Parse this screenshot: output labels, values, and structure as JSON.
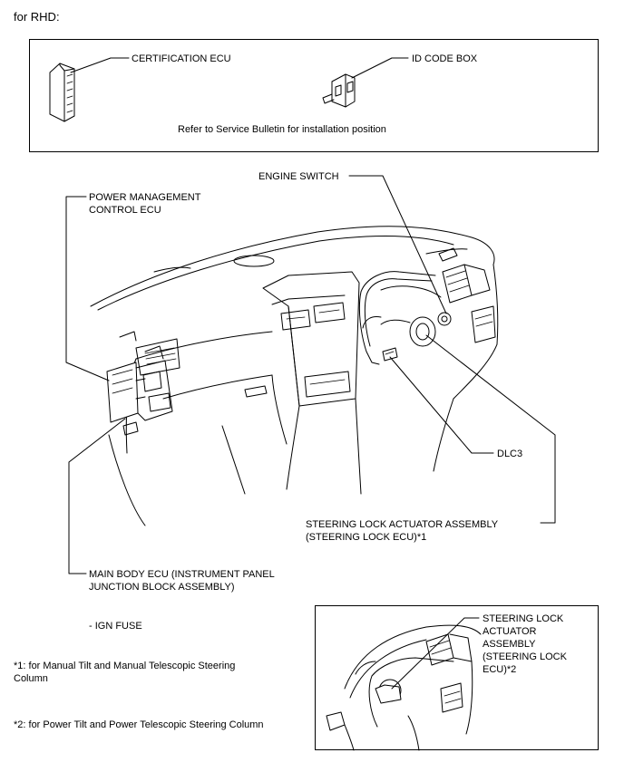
{
  "header": {
    "title": "for RHD:"
  },
  "top_box": {
    "cert_ecu": "CERTIFICATION ECU",
    "id_code_box": "ID CODE BOX",
    "note": "Refer to Service Bulletin for installation position"
  },
  "labels": {
    "engine_switch": "ENGINE SWITCH",
    "pm_ecu_line1": "POWER MANAGEMENT",
    "pm_ecu_line2": "CONTROL ECU",
    "dlc3": "DLC3",
    "sla_line1": "STEERING LOCK ACTUATOR ASSEMBLY",
    "sla_line2": "(STEERING LOCK ECU)*1",
    "main_body_line1": "MAIN BODY ECU (INSTRUMENT PANEL",
    "main_body_line2": "JUNCTION BLOCK ASSEMBLY)",
    "ign_fuse": "- IGN FUSE"
  },
  "inset": {
    "line1": "STEERING LOCK",
    "line2": "ACTUATOR",
    "line3": "ASSEMBLY",
    "line4": "(STEERING LOCK",
    "line5": "ECU)*2"
  },
  "footnotes": {
    "note1_line1": "*1: for Manual Tilt and Manual Telescopic Steering",
    "note1_line2": "Column",
    "note2": "*2: for Power Tilt and Power Telescopic Steering Column"
  }
}
